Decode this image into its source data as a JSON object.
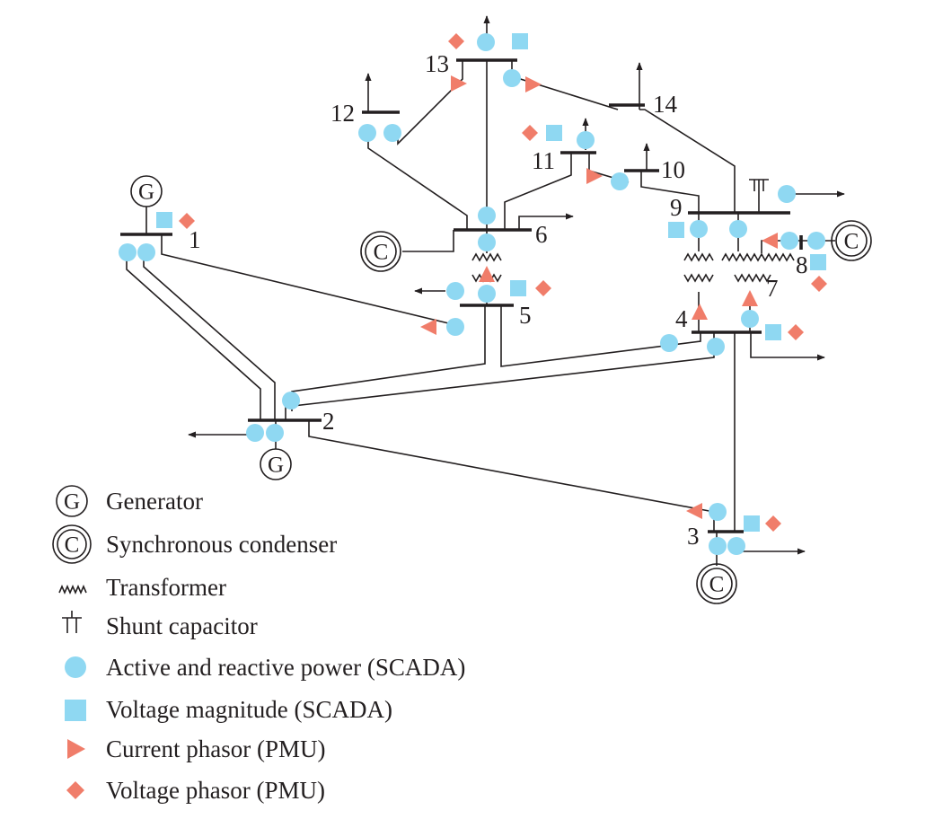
{
  "diagram": {
    "buses": [
      {
        "id": "b1",
        "label": "1"
      },
      {
        "id": "b2",
        "label": "2"
      },
      {
        "id": "b3",
        "label": "3"
      },
      {
        "id": "b4",
        "label": "4"
      },
      {
        "id": "b5",
        "label": "5"
      },
      {
        "id": "b6",
        "label": "6"
      },
      {
        "id": "b7",
        "label": "7"
      },
      {
        "id": "b8",
        "label": "8"
      },
      {
        "id": "b9",
        "label": "9"
      },
      {
        "id": "b10",
        "label": "10"
      },
      {
        "id": "b11",
        "label": "11"
      },
      {
        "id": "b12",
        "label": "12"
      },
      {
        "id": "b13",
        "label": "13"
      },
      {
        "id": "b14",
        "label": "14"
      }
    ],
    "symbols": {
      "generator_letter": "G",
      "condenser_letter": "C"
    },
    "legend": [
      {
        "key": "generator",
        "label": "Generator"
      },
      {
        "key": "condenser",
        "label": "Synchronous condenser"
      },
      {
        "key": "transformer",
        "label": "Transformer"
      },
      {
        "key": "shunt",
        "label": "Shunt capacitor"
      },
      {
        "key": "scada_power",
        "label": "Active and reactive power (SCADA)",
        "color": "#8fd8f2"
      },
      {
        "key": "scada_voltage",
        "label": "Voltage magnitude (SCADA)",
        "color": "#8fd8f2"
      },
      {
        "key": "pmu_current",
        "label": "Current phasor (PMU)",
        "color": "#f07d6a"
      },
      {
        "key": "pmu_voltage",
        "label": "Voltage phasor (PMU)",
        "color": "#f07d6a"
      }
    ],
    "colors": {
      "line": "#231f20",
      "scada": "#8fd8f2",
      "pmu": "#f07d6a"
    }
  }
}
